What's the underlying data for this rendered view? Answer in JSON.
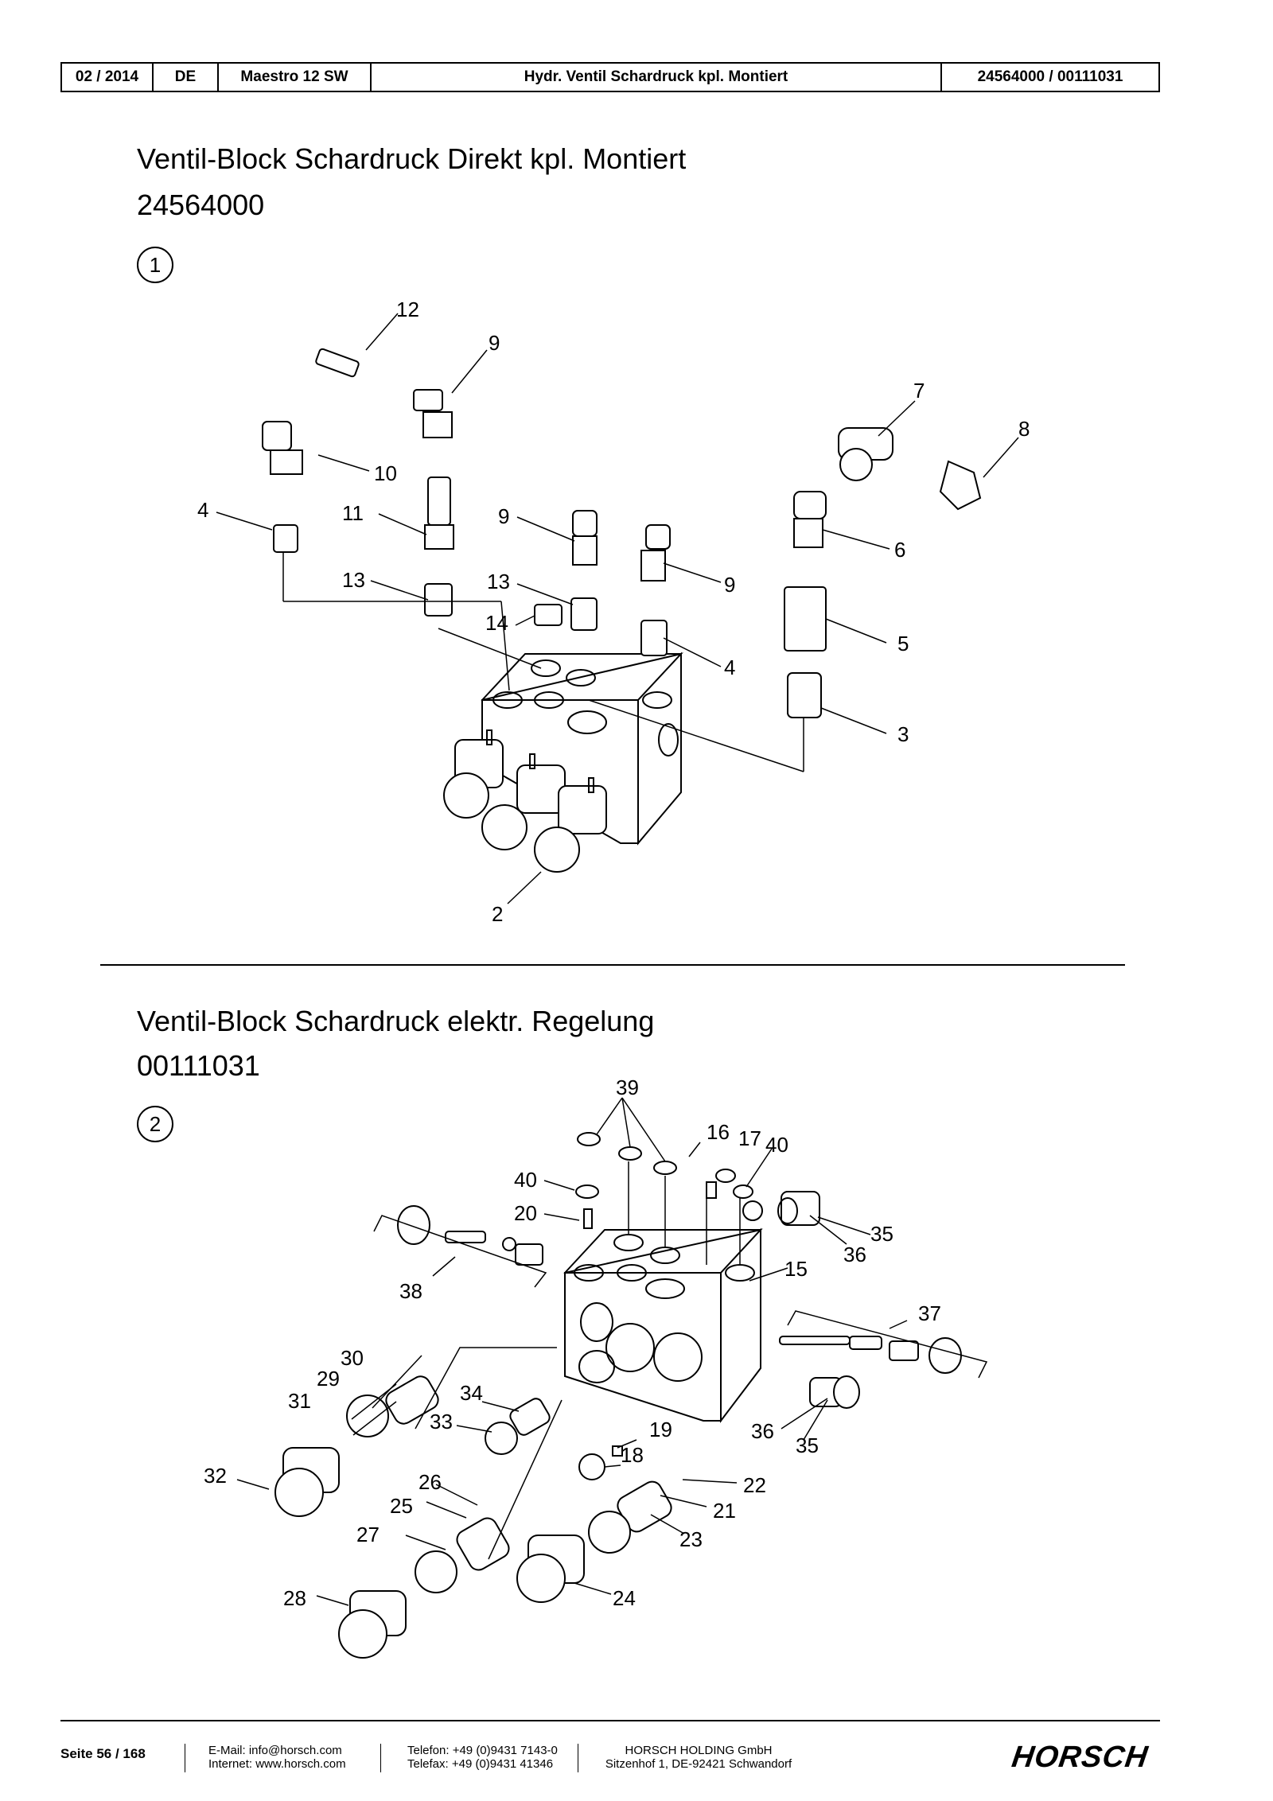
{
  "header": {
    "date": "02 / 2014",
    "language": "DE",
    "model": "Maestro 12 SW",
    "description": "Hydr. Ventil Schardruck kpl. Montiert",
    "part_numbers": "24564000 / 00111031"
  },
  "section1": {
    "title": "Ventil-Block Schardruck Direkt kpl. Montiert",
    "part_number": "24564000",
    "number": "1",
    "callouts": [
      "12",
      "9",
      "7",
      "8",
      "10",
      "4",
      "11",
      "9",
      "6",
      "13",
      "13",
      "9",
      "14",
      "5",
      "4",
      "3",
      "2"
    ]
  },
  "section2": {
    "title": "Ventil-Block Schardruck elektr. Regelung",
    "part_number": "00111031",
    "number": "2",
    "callouts": [
      "39",
      "16",
      "17",
      "40",
      "40",
      "20",
      "35",
      "36",
      "15",
      "38",
      "37",
      "30",
      "29",
      "34",
      "31",
      "33",
      "19",
      "36",
      "35",
      "18",
      "32",
      "26",
      "22",
      "25",
      "21",
      "27",
      "23",
      "28",
      "24"
    ]
  },
  "footer": {
    "page": "Seite 56 / 168",
    "email": "E-Mail: info@horsch.com",
    "internet": "Internet: www.horsch.com",
    "phone": "Telefon: +49 (0)9431 7143-0",
    "fax": "Telefax: +49 (0)9431 41346",
    "company": "HORSCH HOLDING GmbH",
    "address": "Sitzenhof 1, DE-92421 Schwandorf",
    "logo_text": "HORSCH"
  }
}
